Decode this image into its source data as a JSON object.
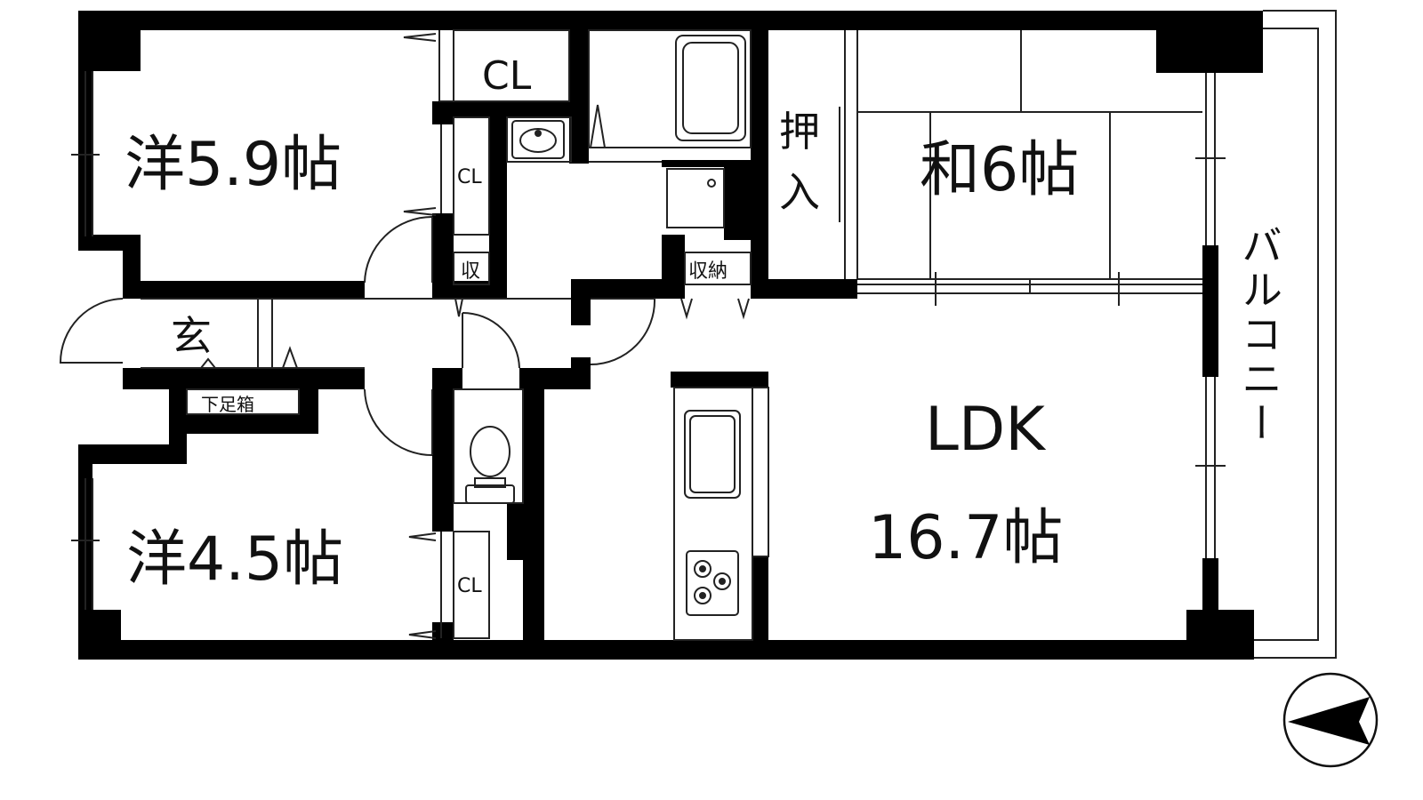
{
  "rooms": {
    "western_upper": "洋5.9帖",
    "western_lower": "洋4.5帖",
    "japanese": "和6帖",
    "ldk_name": "LDK",
    "ldk_size": "16.7帖",
    "entrance": "玄",
    "balcony": "バルコニー"
  },
  "storage": {
    "closet_top": "CL",
    "closet_upper_side": "CL",
    "closet_lower_side": "CL",
    "small_storage": "収",
    "storage": "収納",
    "oshiire_1": "押",
    "oshiire_2": "入",
    "shoe_box": "下足箱"
  },
  "colors": {
    "wall": "#000000",
    "line": "#222222",
    "background": "#ffffff"
  },
  "icons": [
    "bathtub-icon",
    "washbasin-icon",
    "washer-icon",
    "toilet-icon",
    "sink-icon",
    "stove-icon",
    "compass-icon"
  ]
}
